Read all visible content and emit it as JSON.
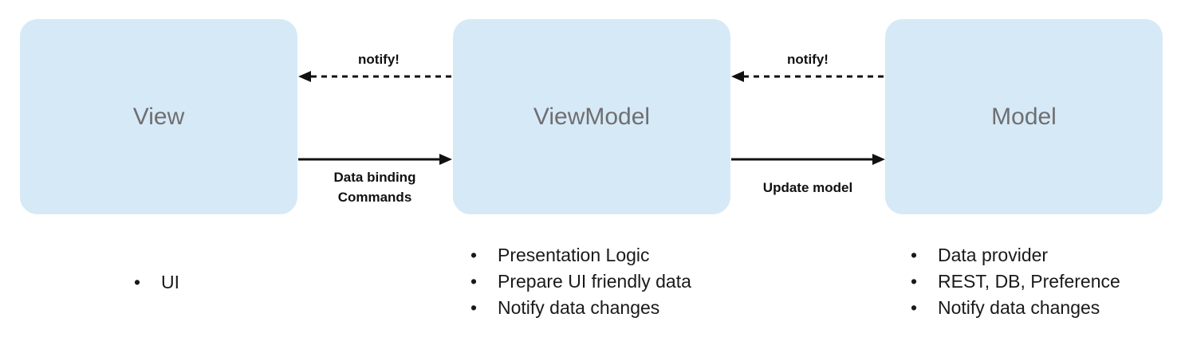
{
  "boxes": {
    "view": "View",
    "viewmodel": "ViewModel",
    "model": "Model"
  },
  "arrows": {
    "vm_to_view_notify": "notify!",
    "model_to_vm_notify": "notify!",
    "view_to_vm_line1": "Data binding",
    "view_to_vm_line2": "Commands",
    "vm_to_model": "Update model"
  },
  "notes": {
    "view": [
      "UI"
    ],
    "viewmodel": [
      "Presentation Logic",
      "Prepare UI friendly data",
      "Notify data changes"
    ],
    "model": [
      "Data provider",
      "REST, DB, Preference",
      "Notify data changes"
    ]
  },
  "colors": {
    "box_fill": "#d6e9f7",
    "box_text": "#6f6f6f",
    "arrow": "#111111"
  }
}
